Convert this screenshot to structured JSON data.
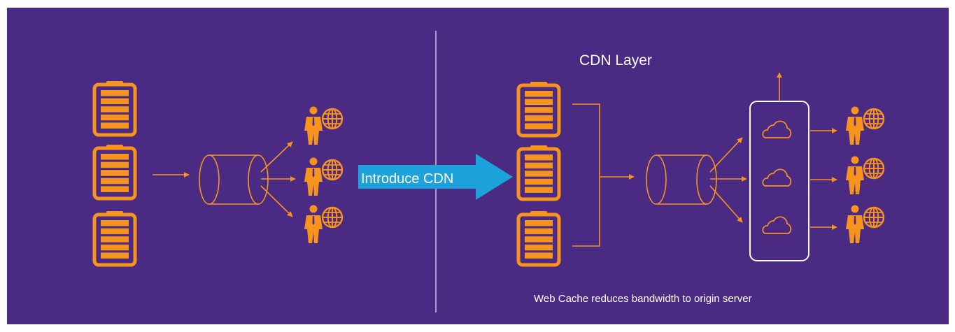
{
  "colors": {
    "background": "#4a2a82",
    "accent": "#f7941d",
    "highlight_arrow": "#1ea2dc",
    "text": "#ffffff",
    "divider": "#ffffff"
  },
  "icons": [
    "server-stack-icon",
    "cache-cylinder-icon",
    "user-globe-icon",
    "cloud-icon"
  ],
  "diagram": {
    "transition_label": "Introduce CDN",
    "cdn_layer_label": "CDN Layer",
    "caption": "Web Cache reduces bandwidth to origin server"
  }
}
